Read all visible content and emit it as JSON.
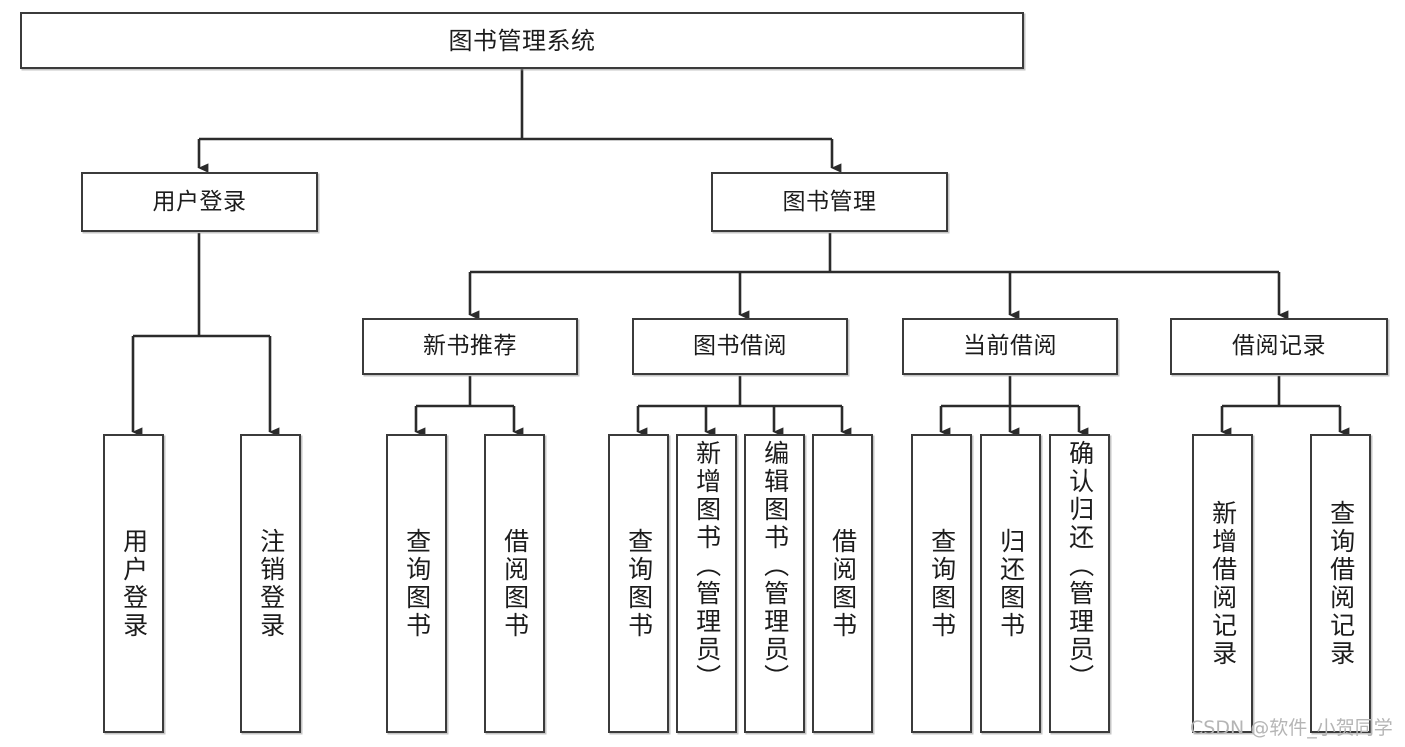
{
  "diagram": {
    "title": "图书管理系统",
    "type": "tree-structure-chart",
    "root": {
      "label": "图书管理系统"
    },
    "level2": [
      {
        "label": "用户登录"
      },
      {
        "label": "图书管理"
      }
    ],
    "level3": [
      {
        "label": "新书推荐"
      },
      {
        "label": "图书借阅"
      },
      {
        "label": "当前借阅"
      },
      {
        "label": "借阅记录"
      }
    ],
    "leaves": {
      "user_login": [
        {
          "label": "用户登录"
        },
        {
          "label": "注销登录"
        }
      ],
      "new_book": [
        {
          "label": "查询图书"
        },
        {
          "label": "借阅图书"
        }
      ],
      "book_borrow": [
        {
          "label": "查询图书"
        },
        {
          "label": "新增图书（管理员）"
        },
        {
          "label": "编辑图书（管理员）"
        },
        {
          "label": "借阅图书"
        }
      ],
      "current_borrow": [
        {
          "label": "查询图书"
        },
        {
          "label": "归还图书"
        },
        {
          "label": "确认归还（管理员）"
        }
      ],
      "borrow_record": [
        {
          "label": "新增借阅记录"
        },
        {
          "label": "查询借阅记录"
        }
      ]
    }
  },
  "watermark": {
    "text": "CSDN @软件_小贺同学"
  },
  "colors": {
    "stroke": "#3b3b3b",
    "text": "#1c1c1c",
    "background": "#ffffff",
    "watermark": "#b5b5b5"
  }
}
